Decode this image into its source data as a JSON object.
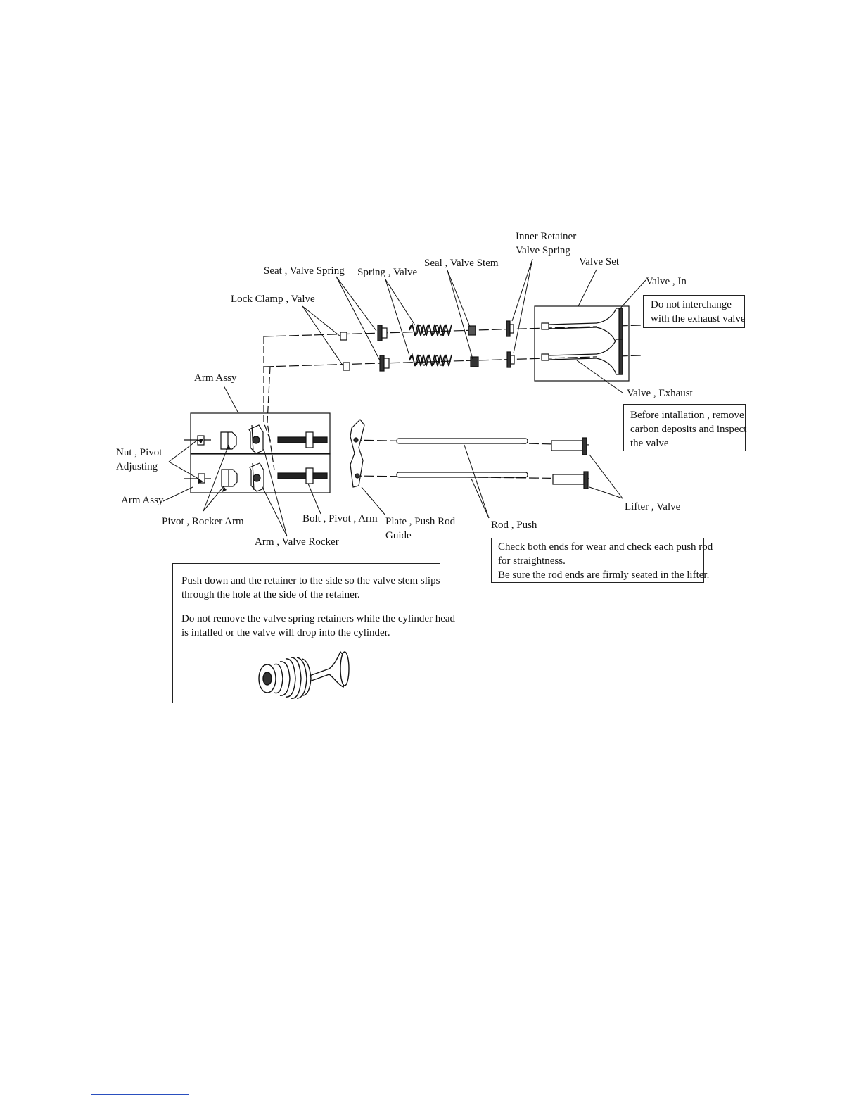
{
  "labels": {
    "inner_retainer": [
      "Inner Retainer",
      "Valve Spring"
    ],
    "valve_set": "Valve  Set",
    "seat_valve_spring": "Seat , Valve Spring",
    "spring_valve": "Spring , Valve",
    "seal_valve_stem": "Seal , Valve Stem",
    "valve_in": "Valve , In",
    "lock_clamp": "Lock Clamp , Valve",
    "arm_assy_top": "Arm Assy",
    "valve_exhaust": "Valve , Exhaust",
    "nut_pivot": [
      "Nut , Pivot",
      "Adjusting"
    ],
    "arm_assy_bottom": "Arm Assy",
    "pivot_rocker_arm": "Pivot , Rocker Arm",
    "bolt_pivot_arm": "Bolt , Pivot , Arm",
    "plate_push_rod": [
      "Plate , Push Rod",
      "Guide"
    ],
    "rod_push": "Rod , Push",
    "lifter_valve": "Lifter , Valve",
    "arm_valve_rocker": "Arm , Valve Rocker"
  },
  "notes": {
    "interchange": [
      "Do not interchange",
      "with the exhaust valve"
    ],
    "installation": [
      "Before intallation , remove",
      "carbon deposits and inspect",
      "the valve"
    ],
    "push_rod": [
      "Check both ends for wear and check each push rod",
      "for straightness.",
      "Be sure the rod ends are firmly seated in the lifter."
    ],
    "retainer": [
      "Push down and the retainer to the side so the valve stem slips",
      "through the hole at the side of the retainer.",
      "",
      "Do not remove the valve spring retainers while the cylinder head",
      "is intalled or the valve will drop into the cylinder."
    ]
  }
}
